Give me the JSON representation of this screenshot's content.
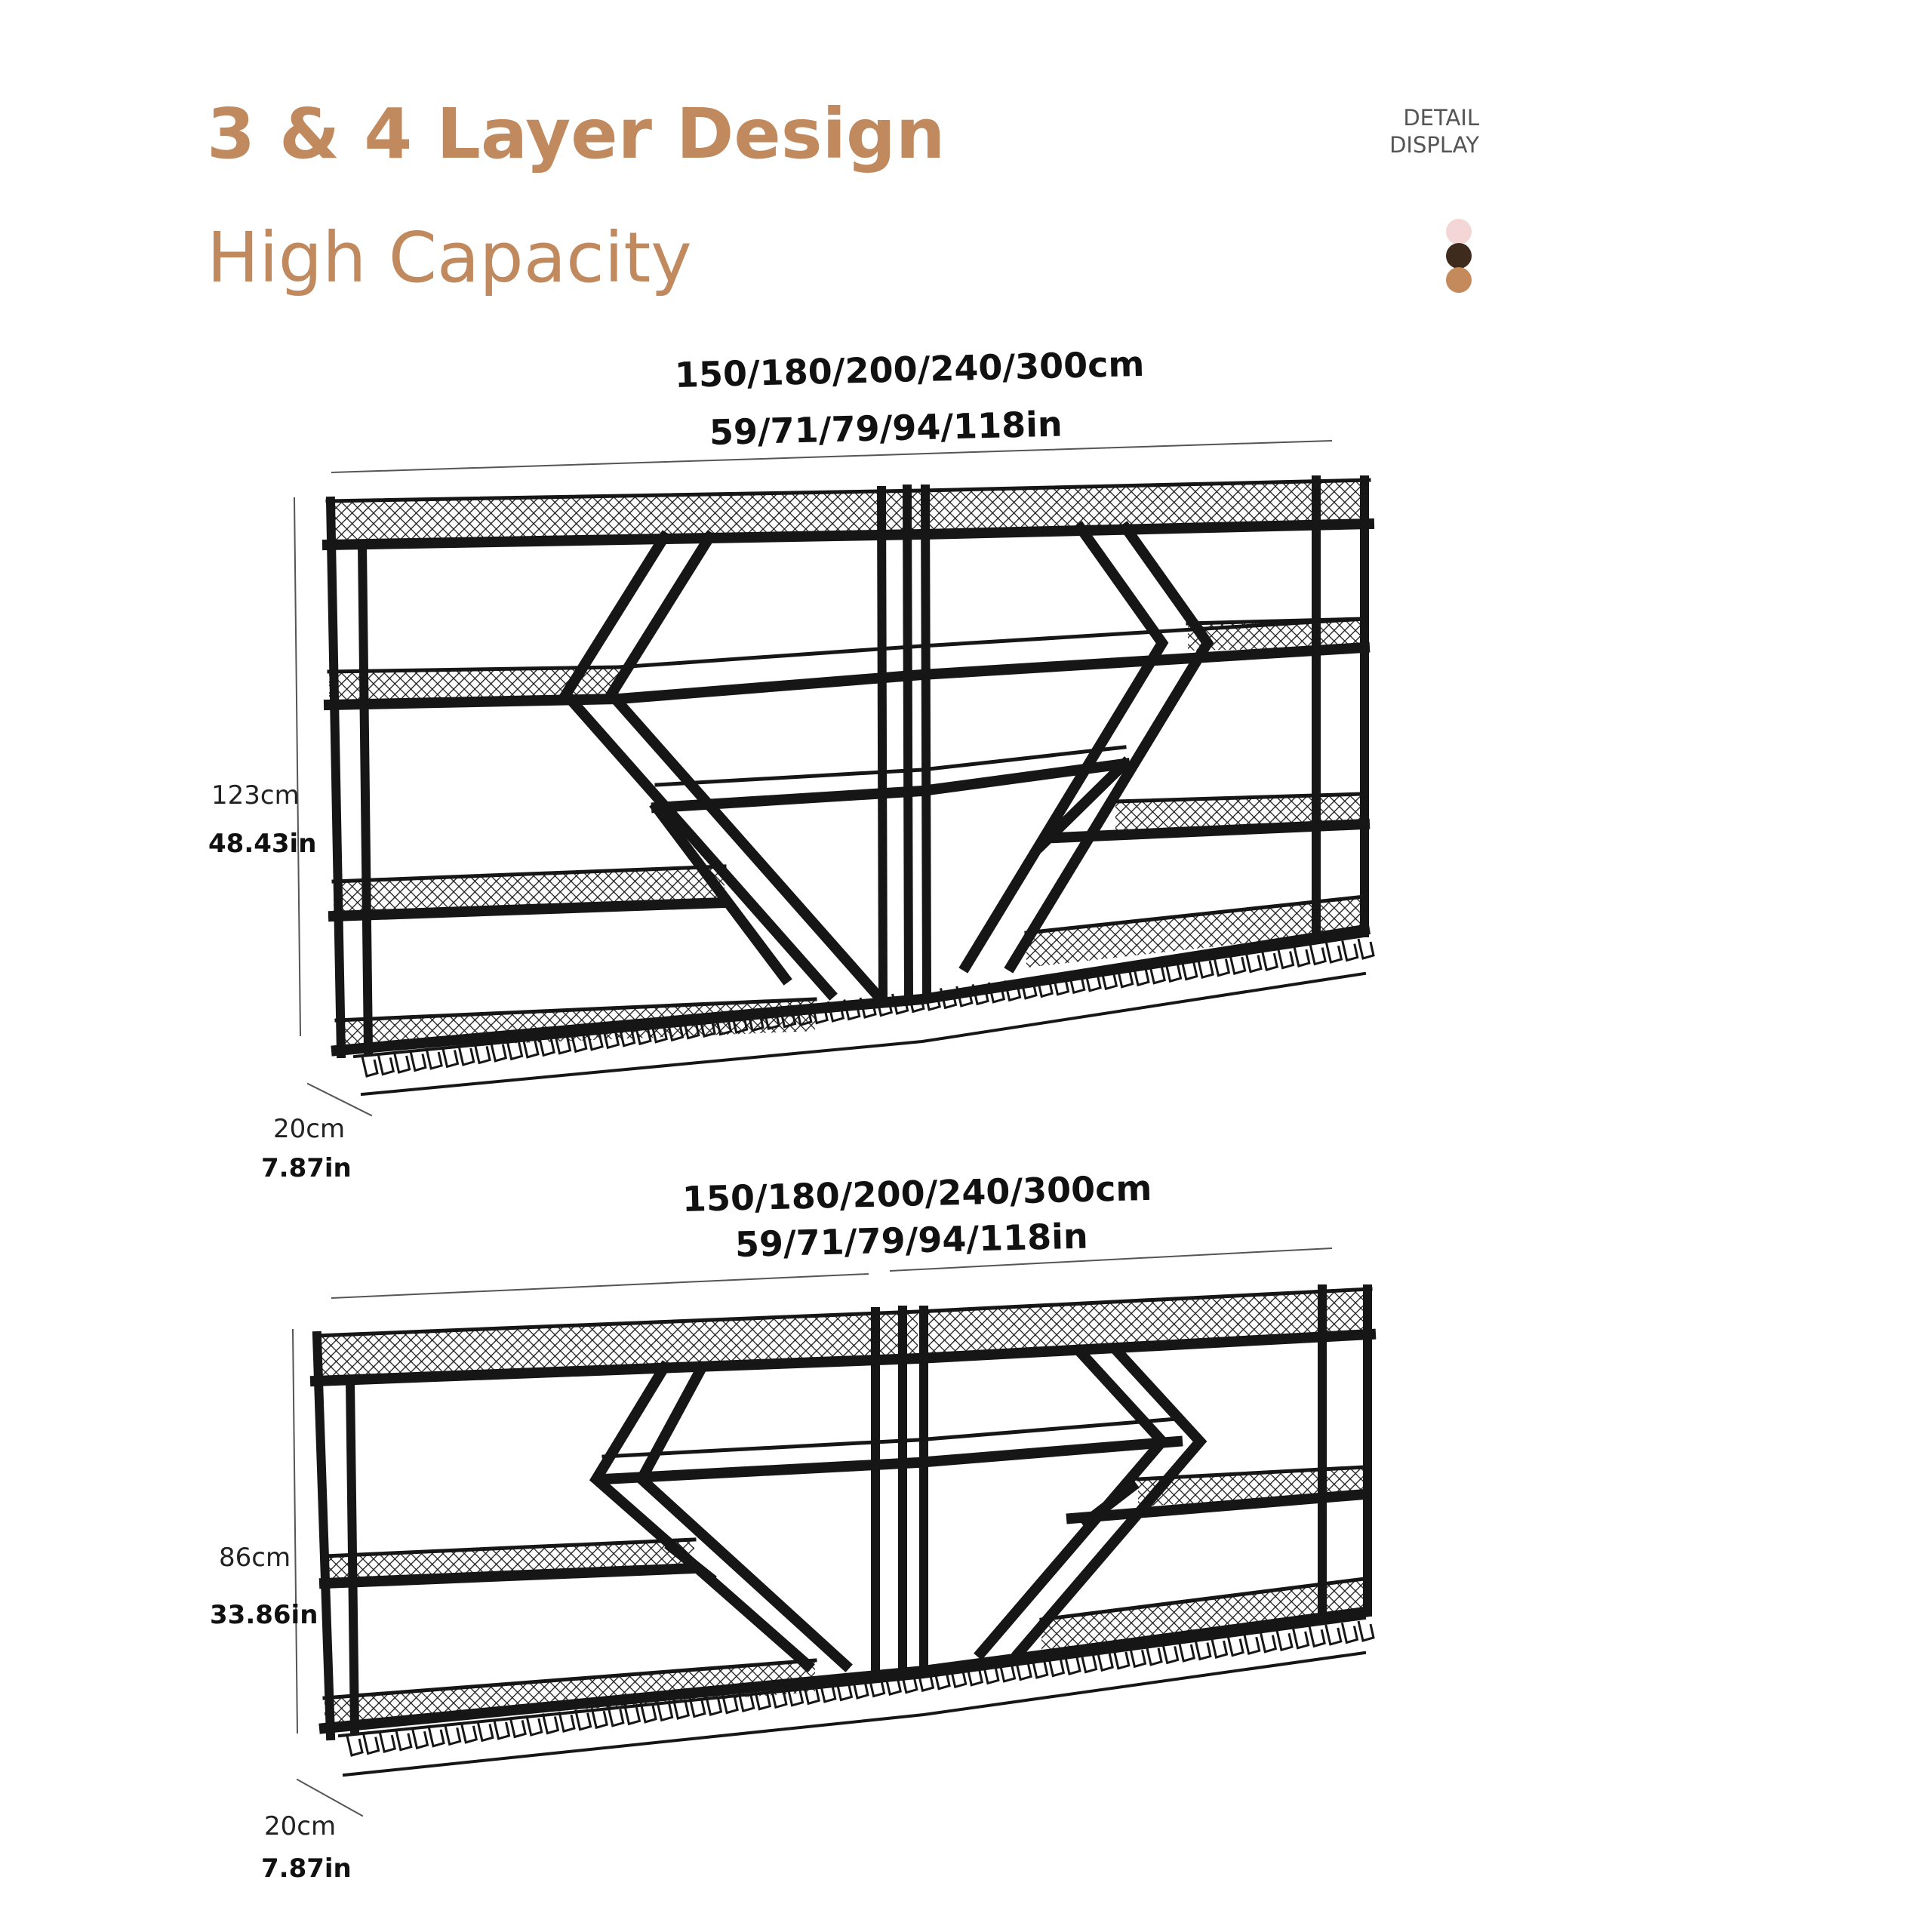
{
  "header": {
    "title": "3 & 4 Layer Design",
    "subtitle": "High Capacity",
    "detail_line1": "DETAIL",
    "detail_line2": "DISPLAY"
  },
  "swatches": [
    {
      "name": "pink",
      "color": "#f4d6d6"
    },
    {
      "name": "dark-brown",
      "color": "#3f2a1e"
    },
    {
      "name": "tan",
      "color": "#c58a5c"
    }
  ],
  "colors": {
    "accent": "#c18a5e",
    "frame": "#161616"
  },
  "shelf_4_layer": {
    "width_cm": "150/180/200/240/300cm",
    "width_in": "59/71/79/94/118in",
    "height_cm": "123cm",
    "height_in": "48.43in",
    "depth_cm": "20cm",
    "depth_in": "7.87in"
  },
  "shelf_3_layer": {
    "width_cm": "150/180/200/240/300cm",
    "width_in": "59/71/79/94/118in",
    "height_cm": "86cm",
    "height_in": "33.86in",
    "depth_cm": "20cm",
    "depth_in": "7.87in"
  }
}
